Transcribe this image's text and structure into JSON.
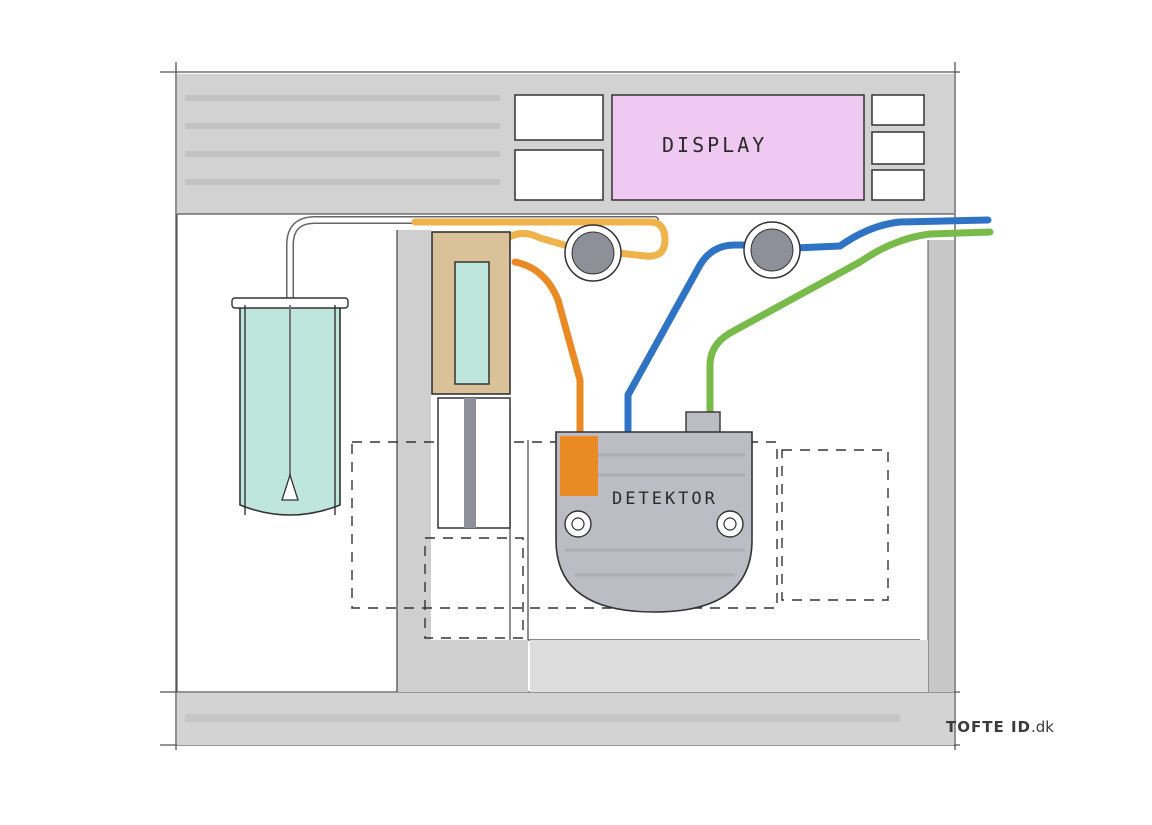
{
  "labels": {
    "display": "DISPLAY",
    "detektor": "DETEKTOR"
  },
  "logo": {
    "brand": "TOFTE",
    "id": "ID",
    "suffix": ".dk"
  },
  "colors": {
    "housing_gray": "#c9c9c9",
    "display_pink": "#f0c9f2",
    "tube_orange": "#e98a25",
    "tube_yellow": "#f0b24a",
    "tube_blue": "#2f74c4",
    "tube_green": "#78bb4a",
    "container_mint": "#bfe6dc",
    "column_tan": "#d9c29a",
    "detector_gray": "#bcbcc4",
    "valve_gray": "#8d9098"
  }
}
